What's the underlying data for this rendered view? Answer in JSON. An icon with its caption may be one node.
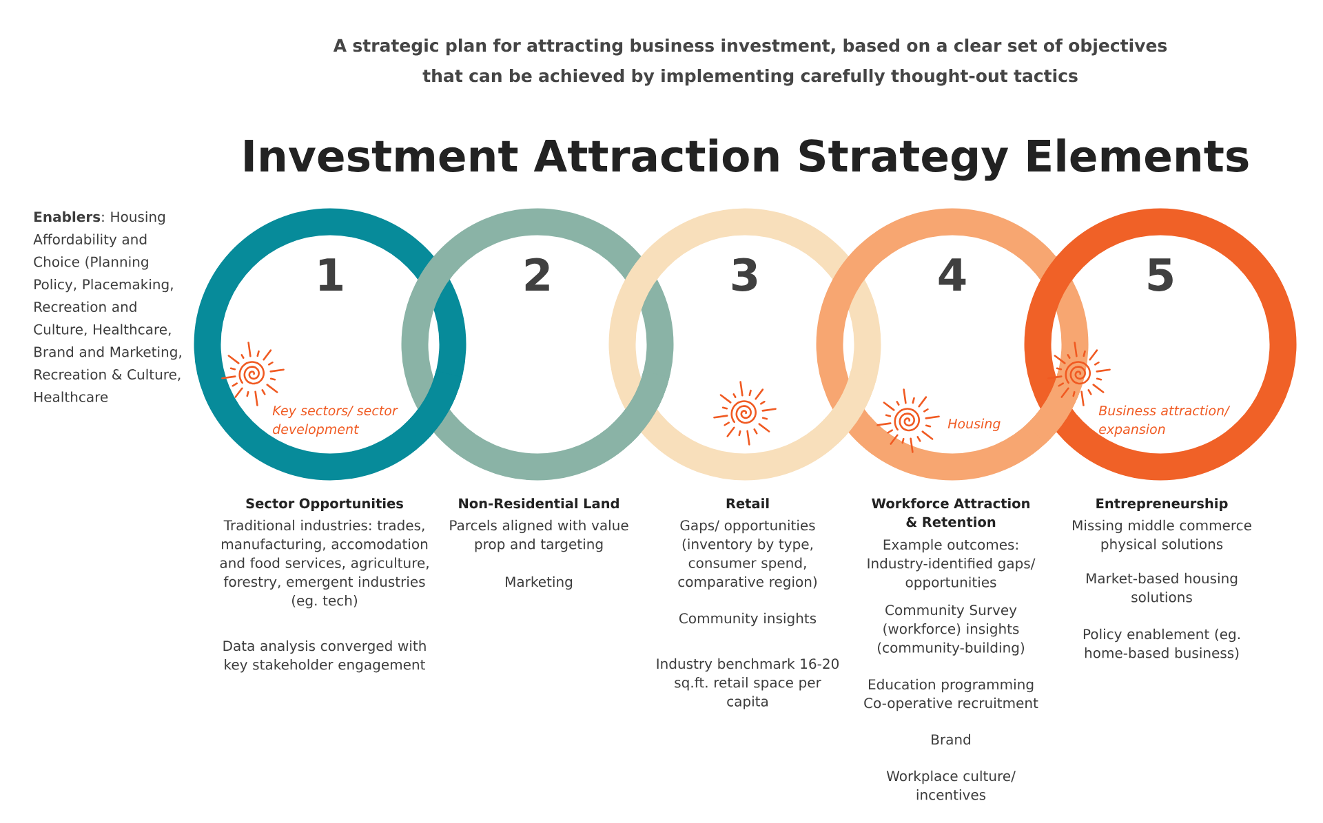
{
  "diagram": {
    "title": "Investment Attraction Strategy Elements",
    "nodes": [
      {
        "text": [
          "1",
          "Key sectors/ sector development"
        ],
        "beside": [
          "Sector Opportunities",
          "Traditional industries: trades, manufacturing, accomodation and food services, agriculture, forestry, emergent industries (eg. tech)",
          "Data analysis converged with key stakeholder engagement"
        ]
      },
      {
        "text": [
          "2"
        ],
        "beside": [
          "Non-Residential Land",
          "Parcels aligned with value prop and targeting",
          "Marketing"
        ]
      },
      {
        "text": [
          "3"
        ],
        "beside": [
          "Retail",
          "Gaps/ opportunities (inventory by type, consumer spend, comparative region)",
          "Community insights",
          "Industry benchmark 16-20 sq.ft. retail space per capita"
        ]
      },
      {
        "text": [
          "4",
          "Housing"
        ],
        "beside": [
          "Workforce Attraction & Retention",
          "Example outcomes: Industry-identified gaps/ opportunities",
          "Community Survey (workforce) insights (community-building)",
          "Education programming",
          "Co-operative recruitment",
          "Brand",
          "Workplace culture/ incentives"
        ]
      },
      {
        "text": [
          "5",
          "Business attraction/ expansion"
        ],
        "beside": [
          "Entrepreneurship",
          "Missing middle commerce physical solutions",
          "Market-based housing solutions",
          "Policy enablement (eg. home-based business)"
        ]
      }
    ],
    "labels": [
      "A strategic plan for attracting business investment, based on a clear set of objectives that can be achieved by implementing carefully thought-out tactics",
      "**Enablers**: Housing Affordability and Choice (Planning Policy, Placemaking, Recreation and Culture, Healthcare, Brand and Marketing, Recreation & Culture, Healthcare"
    ]
  }
}
